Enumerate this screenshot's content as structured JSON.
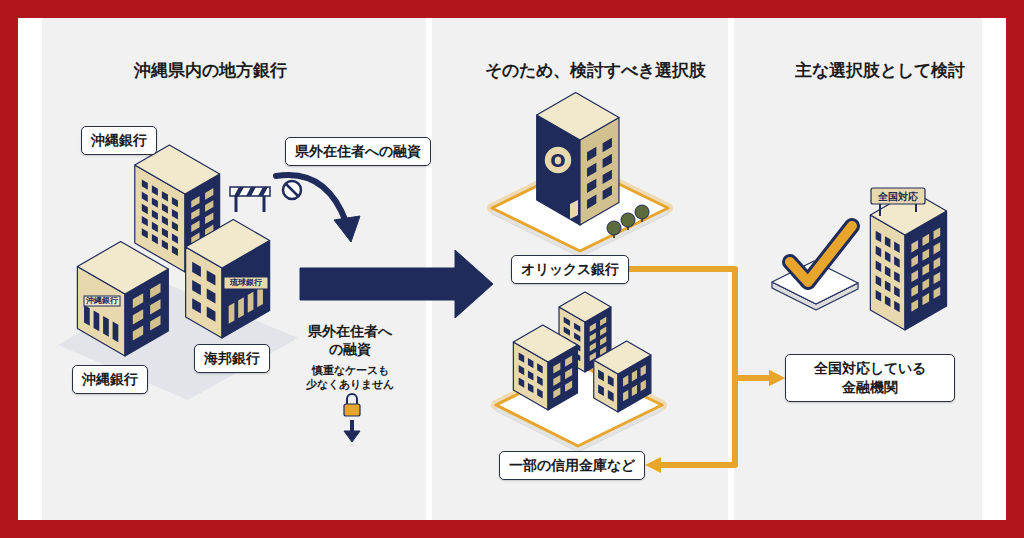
{
  "diagram": {
    "nodes": [
      {
        "text": [
          "沖縄県内の地方銀行"
        ]
      },
      {
        "text": [
          "沖縄銀行"
        ],
        "in": 0
      },
      {
        "text": [
          "県外在住者への融資"
        ],
        "in": 0
      },
      {
        "text": [
          "海邦銀行"
        ],
        "in": 0
      },
      {
        "text": [
          "沖縄銀行"
        ],
        "in": 0
      },
      {
        "text": [
          "そのため、検討すべき選択肢"
        ]
      },
      {
        "text": [
          "オリックス銀行"
        ],
        "in": 5
      },
      {
        "text": [
          "一部の信用金庫など"
        ],
        "in": 5
      },
      {
        "text": [
          "主な選択肢として検討"
        ]
      },
      {
        "text": [
          "全国対応している 金融機関"
        ],
        "in": 8
      }
    ],
    "edges": [
      {
        "from": 6,
        "to": 9,
        "arrow": "to"
      },
      {
        "from": 7,
        "to": 9,
        "arrow": "both"
      }
    ],
    "labels": [
      "琉球銀行",
      "沖縄銀行",
      "県外在住者へ の融資",
      "慎重なケースも 少なくありません",
      "O",
      "全国対応"
    ]
  }
}
